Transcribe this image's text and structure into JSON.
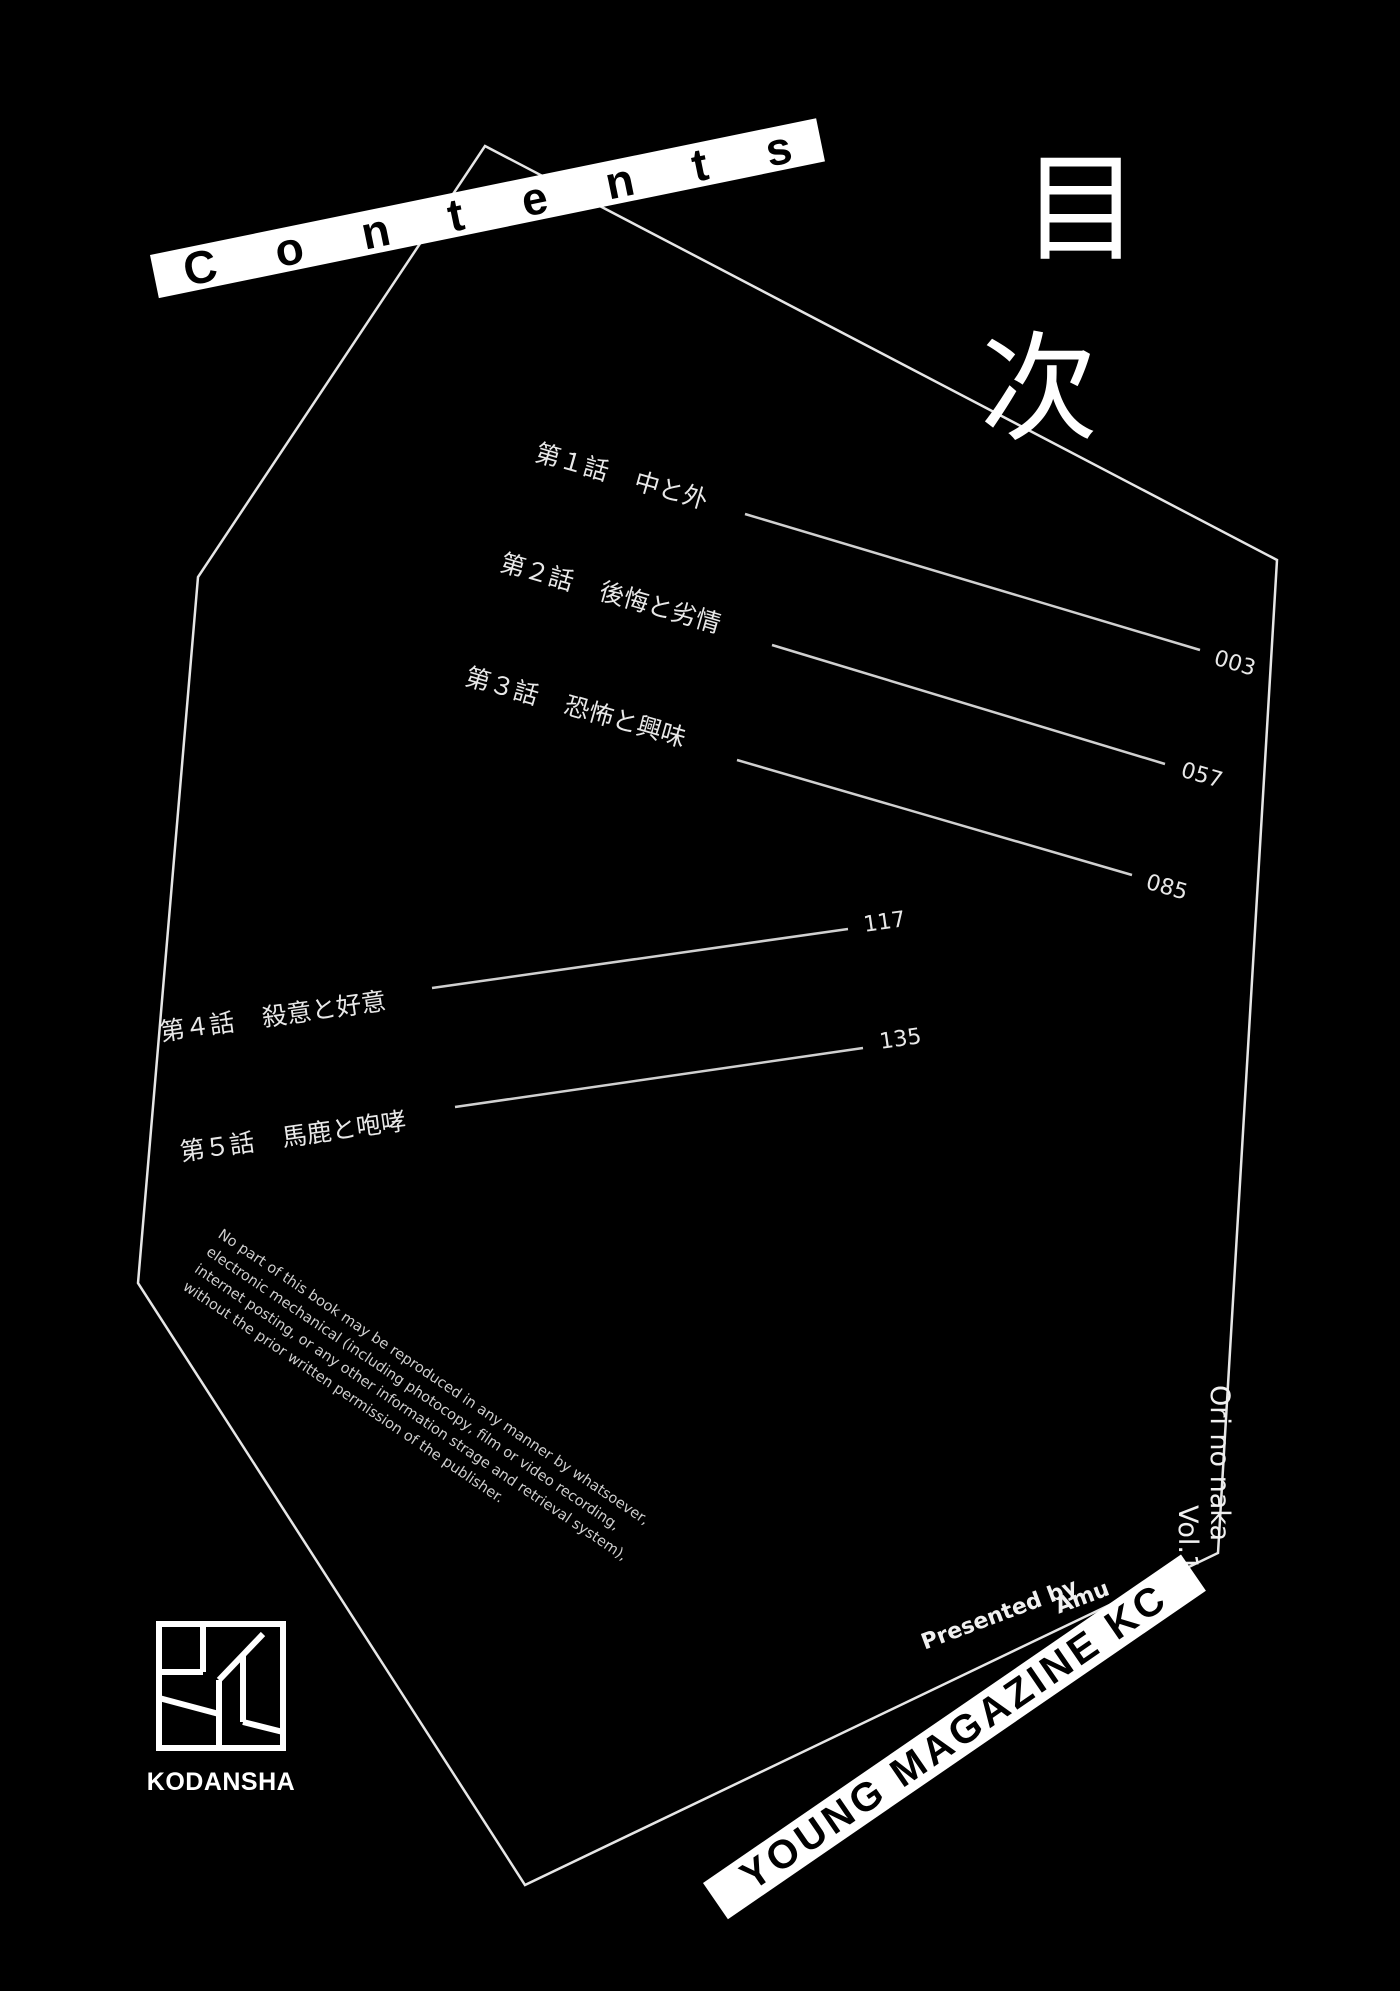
{
  "title": {
    "contents_letters": [
      "C",
      "o",
      "n",
      "t",
      "e",
      "n",
      "t",
      "s"
    ],
    "kanji_1": "目",
    "kanji_2": "次"
  },
  "chapters": [
    {
      "number": "第１話",
      "title": "中と外",
      "page": "003"
    },
    {
      "number": "第２話",
      "title": "後悔と劣情",
      "page": "057"
    },
    {
      "number": "第３話",
      "title": "恐怖と興味",
      "page": "085"
    },
    {
      "number": "第４話",
      "title": "殺意と好意",
      "page": "117"
    },
    {
      "number": "第５話",
      "title": "馬鹿と咆哮",
      "page": "135"
    }
  ],
  "volume": {
    "series": "Ori no naka",
    "vol": "Vol.1",
    "presented_by": "Presented by",
    "author": "Amu"
  },
  "label_banner": "YOUNG MAGAZINE KC",
  "copyright_lines": [
    "No part of this book may be reproduced in any manner by whatsoever,",
    "electronic mechanical (including photocopy, film or video recording,",
    "internet posting, or any other information strage and retrieval system),",
    "without the prior written permission of the publisher."
  ],
  "publisher": {
    "name": "KODANSHA",
    "logo_icon": "kodansha-logo-icon"
  },
  "colors": {
    "background": "#000000",
    "foreground": "#ffffff"
  }
}
